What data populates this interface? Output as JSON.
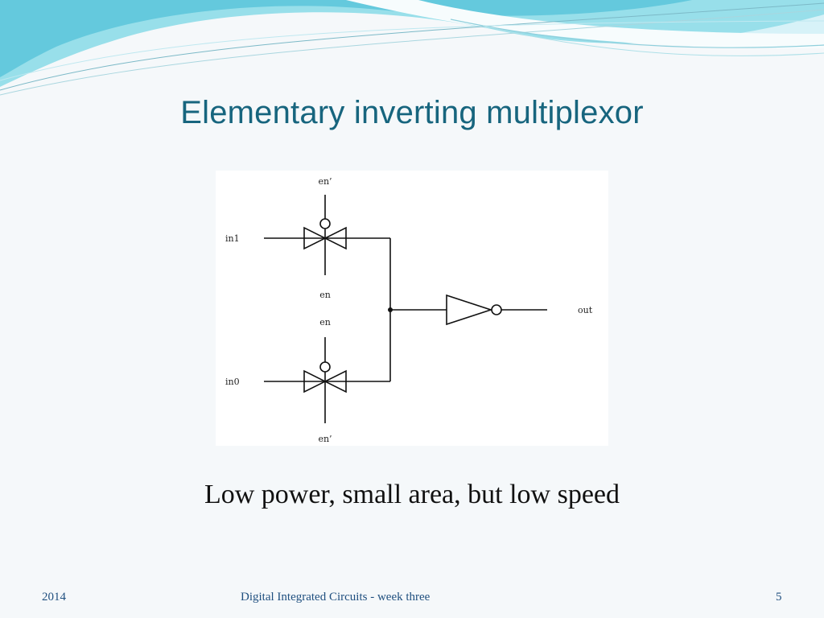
{
  "slide": {
    "title": "Elementary inverting multiplexor",
    "subtitle": "Low power, small area, but low speed",
    "footer": {
      "year": "2014",
      "course": "Digital Integrated Circuits - week three",
      "page": "5"
    }
  },
  "diagram": {
    "labels": {
      "top_gate_top": "en’",
      "in1": "in1",
      "top_gate_bottom": "en",
      "bottom_gate_top": "en",
      "in0": "in0",
      "bottom_gate_bottom": "en’",
      "out": "out"
    }
  },
  "colors": {
    "title": "#17657e",
    "footer": "#1f4f7f",
    "wave_light": "#d6f2f8",
    "wave_mid": "#8fdbe8",
    "wave_dark": "#5cc7dc"
  }
}
